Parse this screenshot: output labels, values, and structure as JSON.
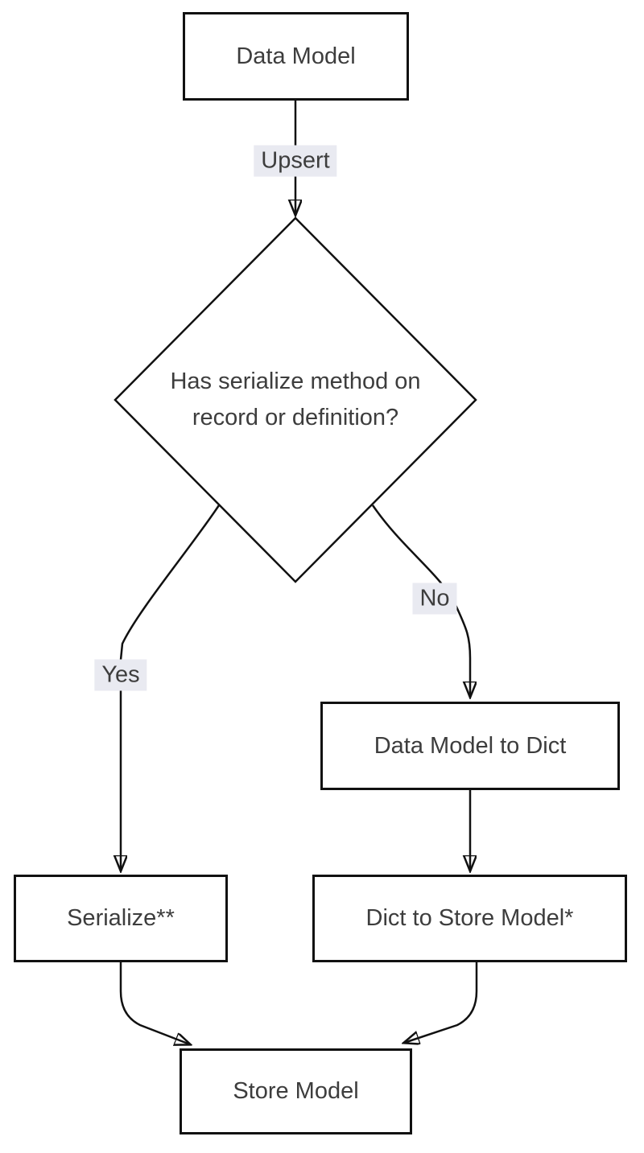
{
  "diagram": {
    "type": "flowchart",
    "direction": "top-down",
    "colors": {
      "background": "#ffffff",
      "line": "#111111",
      "node_border": "#111111",
      "node_fill": "#ffffff",
      "text": "#3d3d3d",
      "edge_label_background": "#e9eaf1"
    },
    "nodes": {
      "data_model": {
        "label": "Data Model",
        "shape": "rectangle"
      },
      "decision": {
        "label": "Has serialize method on record or definition?",
        "shape": "diamond"
      },
      "serialize": {
        "label": "Serialize**",
        "shape": "rectangle"
      },
      "data_model_to_dict": {
        "label": "Data Model to Dict",
        "shape": "rectangle"
      },
      "dict_to_store_model": {
        "label": "Dict to Store Model*",
        "shape": "rectangle"
      },
      "store_model": {
        "label": "Store Model",
        "shape": "rectangle"
      }
    },
    "edges": {
      "upsert_label": "Upsert",
      "yes_label": "Yes",
      "no_label": "No",
      "connections": [
        "data_model -> decision (Upsert)",
        "decision -> serialize (Yes)",
        "decision -> data_model_to_dict (No)",
        "data_model_to_dict -> dict_to_store_model",
        "serialize -> store_model",
        "dict_to_store_model -> store_model"
      ]
    }
  }
}
